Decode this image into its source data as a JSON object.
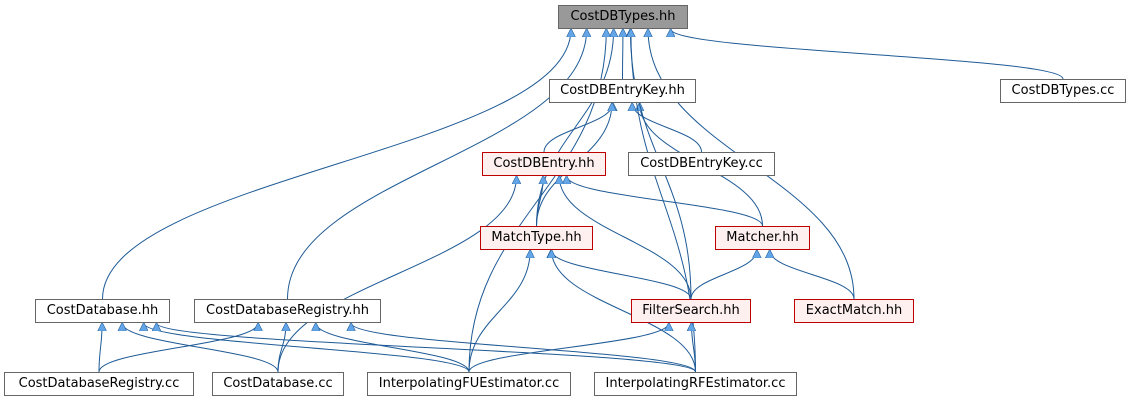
{
  "edge_color": "#63a5e6",
  "nodes": {
    "CostDBTypes_hh": {
      "label": "CostDBTypes.hh",
      "style": "focus"
    },
    "CostDBEntryKey_hh": {
      "label": "CostDBEntryKey.hh",
      "style": "plain"
    },
    "CostDBTypes_cc": {
      "label": "CostDBTypes.cc",
      "style": "plain"
    },
    "CostDBEntry_hh": {
      "label": "CostDBEntry.hh",
      "style": "red"
    },
    "CostDBEntryKey_cc": {
      "label": "CostDBEntryKey.cc",
      "style": "plain"
    },
    "MatchType_hh": {
      "label": "MatchType.hh",
      "style": "red"
    },
    "Matcher_hh": {
      "label": "Matcher.hh",
      "style": "red"
    },
    "CostDatabase_hh": {
      "label": "CostDatabase.hh",
      "style": "plain"
    },
    "CostDatabaseRegistry_hh": {
      "label": "CostDatabaseRegistry.hh",
      "style": "plain"
    },
    "FilterSearch_hh": {
      "label": "FilterSearch.hh",
      "style": "red"
    },
    "ExactMatch_hh": {
      "label": "ExactMatch.hh",
      "style": "red"
    },
    "CostDatabaseRegistry_cc": {
      "label": "CostDatabaseRegistry.cc",
      "style": "plain"
    },
    "CostDatabase_cc": {
      "label": "CostDatabase.cc",
      "style": "plain"
    },
    "InterpolatingFUEstimator_cc": {
      "label": "InterpolatingFUEstimator.cc",
      "style": "plain"
    },
    "InterpolatingRFEstimator_cc": {
      "label": "InterpolatingRFEstimator.cc",
      "style": "plain"
    }
  },
  "edges": [
    [
      "CostDBEntryKey_hh",
      "CostDBTypes_hh"
    ],
    [
      "CostDBTypes_cc",
      "CostDBTypes_hh"
    ],
    [
      "CostDBEntry_hh",
      "CostDBEntryKey_hh"
    ],
    [
      "CostDBEntryKey_cc",
      "CostDBEntryKey_hh"
    ],
    [
      "MatchType_hh",
      "CostDBTypes_hh"
    ],
    [
      "MatchType_hh",
      "CostDBEntryKey_hh"
    ],
    [
      "MatchType_hh",
      "CostDBEntry_hh"
    ],
    [
      "Matcher_hh",
      "CostDBEntryKey_hh"
    ],
    [
      "Matcher_hh",
      "CostDBEntry_hh"
    ],
    [
      "FilterSearch_hh",
      "CostDBTypes_hh"
    ],
    [
      "FilterSearch_hh",
      "CostDBEntry_hh"
    ],
    [
      "FilterSearch_hh",
      "MatchType_hh"
    ],
    [
      "FilterSearch_hh",
      "Matcher_hh"
    ],
    [
      "ExactMatch_hh",
      "CostDBTypes_hh"
    ],
    [
      "ExactMatch_hh",
      "Matcher_hh"
    ],
    [
      "CostDatabase_hh",
      "CostDBTypes_hh"
    ],
    [
      "CostDatabaseRegistry_hh",
      "CostDBTypes_hh"
    ],
    [
      "CostDatabaseRegistry_cc",
      "CostDatabase_hh"
    ],
    [
      "CostDatabaseRegistry_cc",
      "CostDatabaseRegistry_hh"
    ],
    [
      "CostDatabase_cc",
      "CostDatabase_hh"
    ],
    [
      "CostDatabase_cc",
      "CostDatabaseRegistry_hh"
    ],
    [
      "CostDatabase_cc",
      "CostDBEntry_hh"
    ],
    [
      "InterpolatingFUEstimator_cc",
      "CostDBTypes_hh"
    ],
    [
      "InterpolatingFUEstimator_cc",
      "CostDatabase_hh"
    ],
    [
      "InterpolatingFUEstimator_cc",
      "CostDatabaseRegistry_hh"
    ],
    [
      "InterpolatingFUEstimator_cc",
      "MatchType_hh"
    ],
    [
      "InterpolatingFUEstimator_cc",
      "FilterSearch_hh"
    ],
    [
      "InterpolatingRFEstimator_cc",
      "CostDBTypes_hh"
    ],
    [
      "InterpolatingRFEstimator_cc",
      "CostDatabase_hh"
    ],
    [
      "InterpolatingRFEstimator_cc",
      "CostDatabaseRegistry_hh"
    ],
    [
      "InterpolatingRFEstimator_cc",
      "MatchType_hh"
    ],
    [
      "InterpolatingRFEstimator_cc",
      "FilterSearch_hh"
    ]
  ]
}
